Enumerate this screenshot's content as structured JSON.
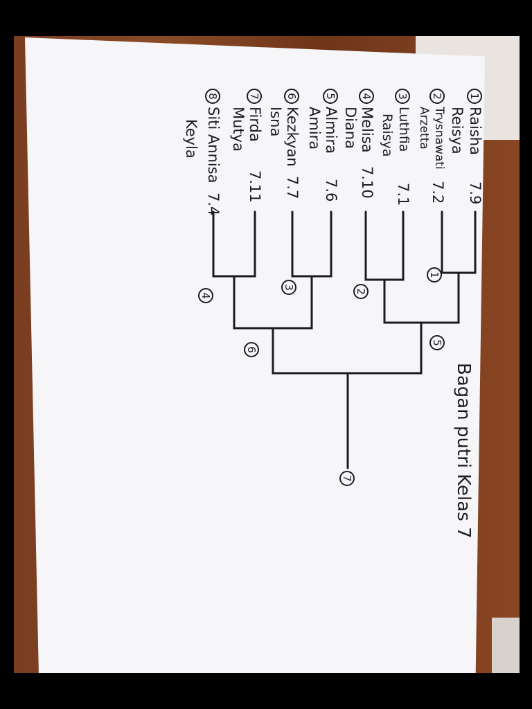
{
  "title": "Bagan putri Kelas 7",
  "participants": [
    {
      "seed": "1",
      "name": "Raisha",
      "second_line": "Reisya",
      "class": "7.9"
    },
    {
      "seed": "2",
      "name": "Trysnawati",
      "second_line": "Arzetta",
      "class": "7.2"
    },
    {
      "seed": "3",
      "name": "Luthfia",
      "second_line": "Raisya",
      "class": "7.1"
    },
    {
      "seed": "4",
      "name": "Melisa",
      "second_line": "Diana",
      "class": "7.10"
    },
    {
      "seed": "5",
      "name": "Almira",
      "second_line": "Amira",
      "class": "7.6"
    },
    {
      "seed": "6",
      "name": "Kezkyan",
      "second_line": "Isna",
      "class": "7.7"
    },
    {
      "seed": "7",
      "name": "Firda",
      "second_line": "Mutya",
      "class": "7.11"
    },
    {
      "seed": "8",
      "name": "Siti Annisa",
      "second_line": "Keyla",
      "class": "7.4"
    }
  ],
  "matches": [
    "1",
    "2",
    "3",
    "4",
    "5",
    "6",
    "7"
  ]
}
